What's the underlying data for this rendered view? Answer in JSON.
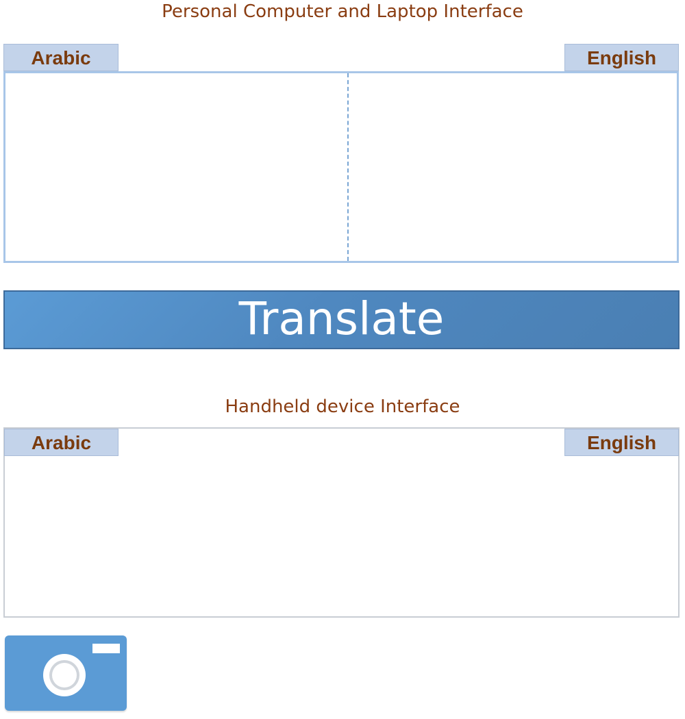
{
  "pc_interface": {
    "title": "Personal Computer and Laptop Interface",
    "source_lang_tab": "Arabic",
    "target_lang_tab": "English",
    "source_text": "",
    "target_text": "",
    "translate_label": "Translate"
  },
  "handheld_interface": {
    "title": "Handheld device Interface",
    "source_lang_tab": "Arabic",
    "target_lang_tab": "English",
    "text": "",
    "camera_icon": "camera-icon"
  },
  "colors": {
    "title_text": "#8a3d12",
    "tab_background": "#c3d3ea",
    "tab_text": "#7a3b0e",
    "panel_border": "#a8c6e8",
    "divider": "#7aa6d4",
    "button_blue": "#5b9bd5",
    "button_text": "#ffffff"
  }
}
